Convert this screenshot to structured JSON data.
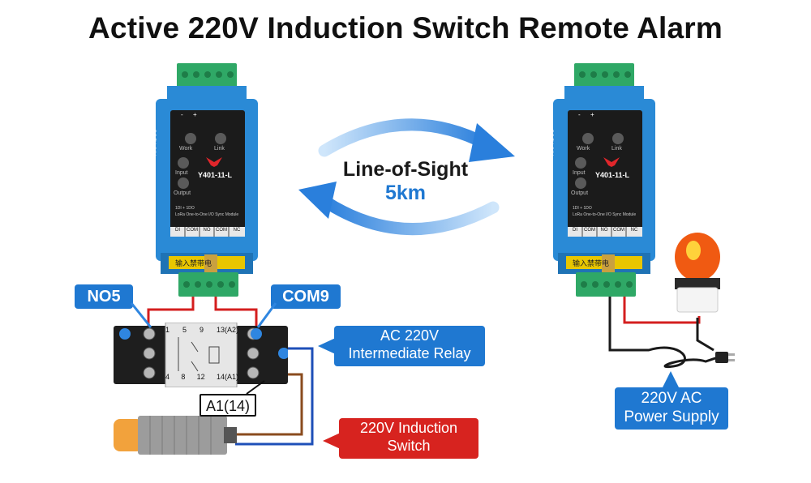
{
  "title": "Active 220V Induction Switch Remote Alarm",
  "link": {
    "label_line1": "Line-of-Sight",
    "label_line2": "5km"
  },
  "device": {
    "model": "Y401-11-L",
    "led_work": "Work",
    "led_link": "Link",
    "led_input": "Input",
    "led_output": "Output",
    "side_text": "DC 5V~24V",
    "spec_line1": "1DI + 1DO",
    "spec_line2": "LoRa One-to-One I/O Sync Module",
    "top_marks": [
      "-",
      "+",
      ""
    ],
    "terminals": [
      "DI",
      "COM",
      "NO",
      "COM",
      "NC"
    ],
    "warning": "输入禁带电"
  },
  "relay": {
    "pin_top": [
      "1",
      "5",
      "9",
      "13(A2)"
    ],
    "pin_bottom": [
      "4",
      "8",
      "12",
      "14(A1)"
    ]
  },
  "callouts": {
    "no5": "NO5",
    "com9": "COM9",
    "relay_line1": "AC 220V",
    "relay_line2": "Intermediate Relay",
    "a1": "A1(14)",
    "sensor_line1": "220V Induction",
    "sensor_line2": "Switch",
    "power_line1": "220V AC",
    "power_line2": "Power Supply"
  },
  "colors": {
    "device_blue": "#2a8ad6",
    "panel_black": "#1b1b1b",
    "terminal_green": "#2fa866",
    "callout_blue": "#1f78d1",
    "callout_red": "#d7231f",
    "arrow_blue": "#2f86e0",
    "wire_red": "#d41f1f",
    "wire_black": "#1a1a1a",
    "wire_blue": "#1e4fb8",
    "wire_brown": "#8a4b1e",
    "beacon_orange": "#f05a12"
  }
}
